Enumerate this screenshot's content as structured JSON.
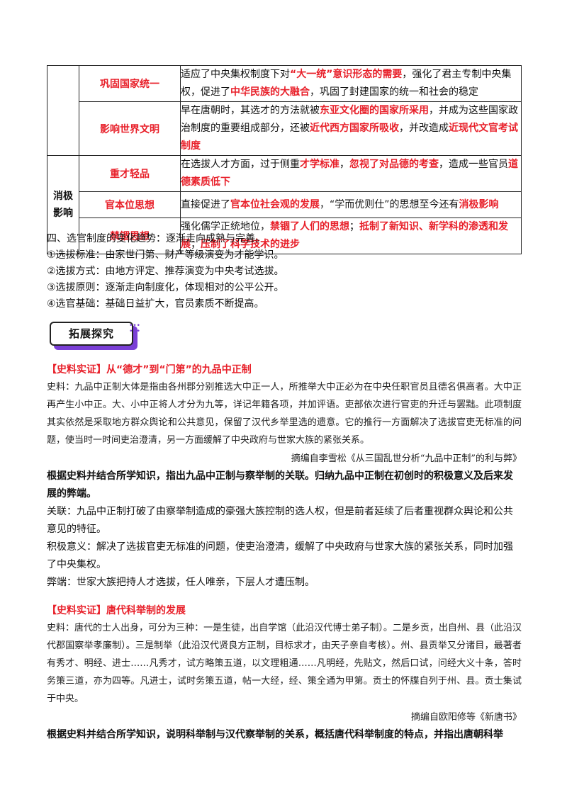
{
  "table": {
    "rows": [
      {
        "category": "",
        "label": "巩固国家统一",
        "segments": [
          {
            "t": "适应了中央集权制度下对",
            "red": false
          },
          {
            "t": "“大一统”意识形态的需要",
            "red": true
          },
          {
            "t": "，强化了君主专制中央集权，促进了",
            "red": false
          },
          {
            "t": "中华民族的大融合",
            "red": true
          },
          {
            "t": "，巩固了封建国家的统一和社会的稳定",
            "red": false
          }
        ]
      },
      {
        "category": "",
        "label": "影响世界文明",
        "segments": [
          {
            "t": "早在唐朝时，其选才的方法就被",
            "red": false
          },
          {
            "t": "东亚文化圈的国家所采用",
            "red": true
          },
          {
            "t": "，并成为这些国家政治制度的重要组成部分，还被",
            "red": false
          },
          {
            "t": "近代西方国家所吸收",
            "red": true
          },
          {
            "t": "，并改造成",
            "red": false
          },
          {
            "t": "近现代文官考试制度",
            "red": true
          }
        ]
      },
      {
        "category": "消极影响",
        "label": "重才轻品",
        "segments": [
          {
            "t": "在选拔人才方面，过于侧重",
            "red": false
          },
          {
            "t": "才学标准",
            "red": true
          },
          {
            "t": "，",
            "red": false
          },
          {
            "t": "忽视了对品德的考查",
            "red": true
          },
          {
            "t": "，造成一些官员",
            "red": false
          },
          {
            "t": "道德素质低下",
            "red": true
          }
        ]
      },
      {
        "category": "",
        "label": "官本位思想",
        "segments": [
          {
            "t": "直接促进了",
            "red": false
          },
          {
            "t": "官本位社会观的发展",
            "red": true
          },
          {
            "t": "，“学而优则仕”的思想至今还有",
            "red": false
          },
          {
            "t": "消极影响",
            "red": true
          }
        ]
      },
      {
        "category": "",
        "label": "禁锢思想",
        "segments": [
          {
            "t": "强化儒学正统地位，",
            "red": false
          },
          {
            "t": "禁锢了人们的思想",
            "red": true
          },
          {
            "t": "；",
            "red": false
          },
          {
            "t": "抵制了新知识、新学科的渗透和发展",
            "red": true
          },
          {
            "t": "；",
            "red": false
          },
          {
            "t": "压制了科学技术的进步",
            "red": true
          }
        ]
      }
    ]
  },
  "trend": {
    "heading": "四、选官制度的变化趋势：逐渐走向成熟与完善。",
    "items": [
      "①选拔标准：由家世门第、财产等级演变为才能学识。",
      "②选拔方式：由地方评定、推荐演变为中央考试选拔。",
      "③选拔原则：逐渐走向制度化，体现相对的公平公开。",
      "④选官基础：基础日益扩大，官员素质不断提高。"
    ]
  },
  "badge": {
    "label": "拓展探究"
  },
  "section1": {
    "tag": "【史料实证】",
    "title": "从“德才”到“门第”的九品中正制",
    "source": "史料：九品中正制大体是指由各州郡分别推选大中正一人，所推举大中正必为在中央任职官员且德名俱高者。大中正再产生小中正。大、小中正将人才分为九等，详记年籍各项，并加评语。吏部依次进行官吏的升迁与罢黜。此项制度其实依然是采取地方群众舆论和公共意见，保留了汉代乡举里选的遗意。它的推行一方面解决了选拔官吏无标准的问题，使当时一时间吏治澄清，另一方面缓解了中央政府与世家大族的紧张关系。",
    "cite": "摘编自李雪松《从三国乱世分析“九品中正制”的利与弊》",
    "question": "根据史料并结合所学知识，指出九品中正制与察举制的关联。归纳九品中正制在初创时的积极意义及后来发展的弊端。",
    "answers": [
      "关联：九品中正制打破了由察举制造成的豪强大族控制的选人权，但是前者延续了后者重视群众舆论和公共意见的特征。",
      "积极意义：解决了选拔官吏无标准的问题，使吏治澄清，缓解了中央政府与世家大族的紧张关系，同时加强了中央集权。",
      "弊端：世家大族把持人才选拔，任人唯亲，下层人才遭压制。"
    ]
  },
  "section2": {
    "tag": "【史料实证】",
    "title": "唐代科举制的发展",
    "source": "史料：唐代的士人出身，可分为三种：一是生徒，出自学馆（此沿汉代博士弟子制）。二是乡贡，出自州、县（此沿汉代郡国察举孝廉制）。三是制举（此沿汉代贤良方正制，目标求才，由天子亲自考核）。州、县贡举又分诸目，最著者有秀才、明经、进士……凡秀才，试方略策五道，以文理粗通……凡明经，先贴文，然后口试，问经大义十条，答时务策三道，亦为四等。凡进士，试时务策五道，帖一大经，经、策全通为甲第。贡士的怀牒自列于州、县。贡士集试于中央。",
    "cite": "摘编自欧阳修等《新唐书》",
    "question": "根据史料并结合所学知识，说明科举制与汉代察举制的关系，概括唐代科举制度的特点，并指出唐朝科举"
  }
}
